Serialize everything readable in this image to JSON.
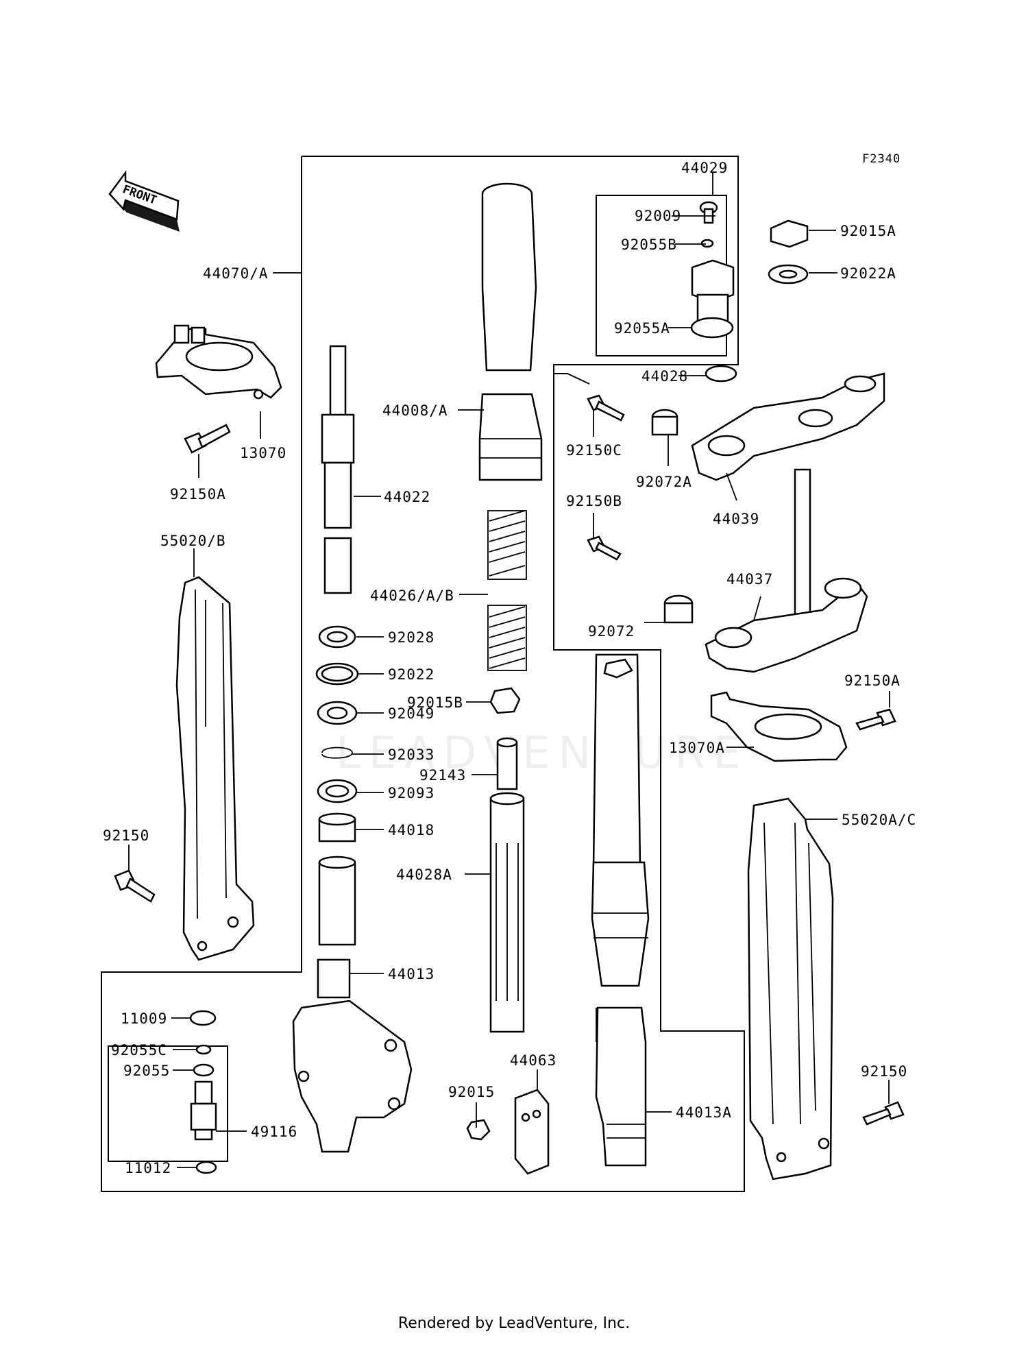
{
  "diagram_code": "F2340",
  "front_label": "FRONT",
  "watermark": "LEADVENTURE",
  "footer": "Rendered by LeadVenture, Inc.",
  "labels": {
    "p44029": "44029",
    "p92009": "92009",
    "p92055B": "92055B",
    "p92055A": "92055A",
    "p44028": "44028",
    "p92015A": "92015A",
    "p92022A": "92022A",
    "p44070A": "44070/A",
    "p13070": "13070",
    "p92150A_left": "92150A",
    "p44008A": "44008/A",
    "p44022": "44022",
    "p92150C": "92150C",
    "p92072A": "92072A",
    "p44039": "44039",
    "p92150B": "92150B",
    "p44037": "44037",
    "p92072": "92072",
    "p55020B": "55020/B",
    "p44026AB": "44026/A/B",
    "p92028": "92028",
    "p92022": "92022",
    "p92015B": "92015B",
    "p92049": "92049",
    "p92033": "92033",
    "p92143": "92143",
    "p92093": "92093",
    "p44018": "44018",
    "p92150A_right": "92150A",
    "p13070A": "13070A",
    "p55020AC": "55020A/C",
    "p92150_left": "92150",
    "p44028A": "44028A",
    "p44013": "44013",
    "p11009": "11009",
    "p92055C": "92055C",
    "p92055": "92055",
    "p49116": "49116",
    "p11012": "11012",
    "p92015": "92015",
    "p44063": "44063",
    "p44013A": "44013A",
    "p92150_right": "92150"
  }
}
